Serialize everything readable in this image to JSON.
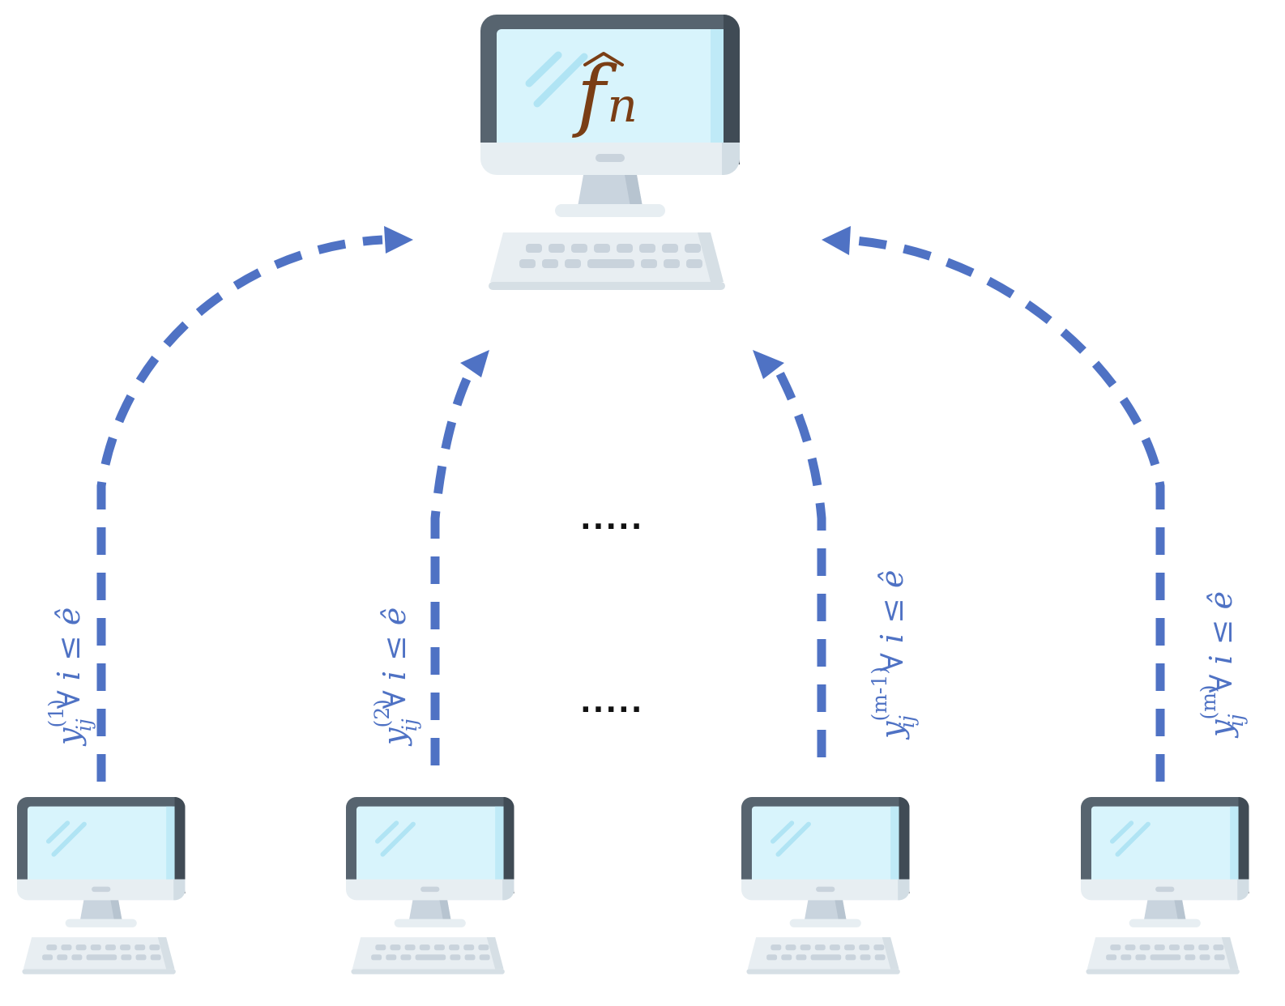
{
  "colors": {
    "arrow": "#4f72c4",
    "formula": "#7a3e15",
    "monitor_frame": "#57646f",
    "monitor_frame_right": "#404b55",
    "screen": "#d8f4fc",
    "screen_right": "#bfeaf7",
    "screen_glare": "#b0e4f4",
    "monitor_base": "#e7eef2",
    "monitor_base_shade": "#d2dde4",
    "stand": "#c9d4de",
    "keyboard": "#e8eef2",
    "keyboard_shade": "#d6dfe5",
    "keys": "#c9d3dc"
  },
  "server": {
    "formula": {
      "main": "f",
      "sub": "n",
      "accent": "hat"
    },
    "monitor_icon": "desktop-computer-icon",
    "keyboard_icon": "keyboard-icon"
  },
  "ellipsis": [
    "·····",
    "·····"
  ],
  "clients": [
    {
      "icon": "desktop-computer-icon",
      "label": {
        "main": "y",
        "sup": "(1)",
        "sub": "ij",
        "rest": " ∀ i ≤ ê"
      }
    },
    {
      "icon": "desktop-computer-icon",
      "label": {
        "main": "y",
        "sup": "(2)",
        "sub": "ij",
        "rest": " ∀ i ≤ ê"
      }
    },
    {
      "icon": "desktop-computer-icon",
      "label": {
        "main": "y",
        "sup": "(m-1)",
        "sub": "ij",
        "rest": " ∀ i ≤ ê"
      }
    },
    {
      "icon": "desktop-computer-icon",
      "label": {
        "main": "y",
        "sup": "(m)",
        "sub": "ij",
        "rest": " ∀ i ≤ ê"
      }
    }
  ]
}
